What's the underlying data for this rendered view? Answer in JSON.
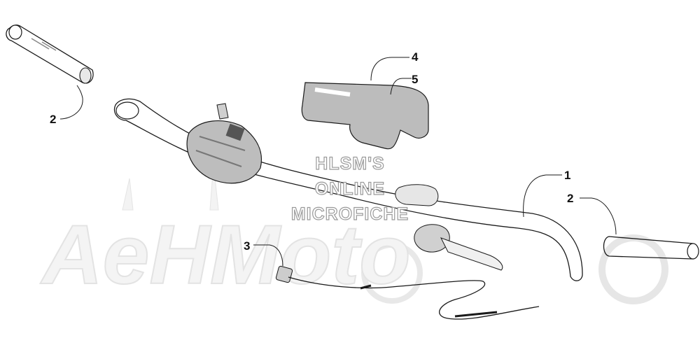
{
  "callouts": [
    {
      "id": "c2a",
      "label": "2"
    },
    {
      "id": "c4",
      "label": "4"
    },
    {
      "id": "c5",
      "label": "5"
    },
    {
      "id": "c1",
      "label": "1"
    },
    {
      "id": "c2b",
      "label": "2"
    },
    {
      "id": "c3",
      "label": "3"
    }
  ],
  "watermark": {
    "lines": [
      "HLSM'S",
      "ONLINE",
      "MICROFICHE"
    ],
    "logo": "AeHMoto"
  },
  "colors": {
    "ink": "#1a1a1a",
    "watermark_outline": "#9a9a9a",
    "logo_fill": "#f4f4f4"
  }
}
